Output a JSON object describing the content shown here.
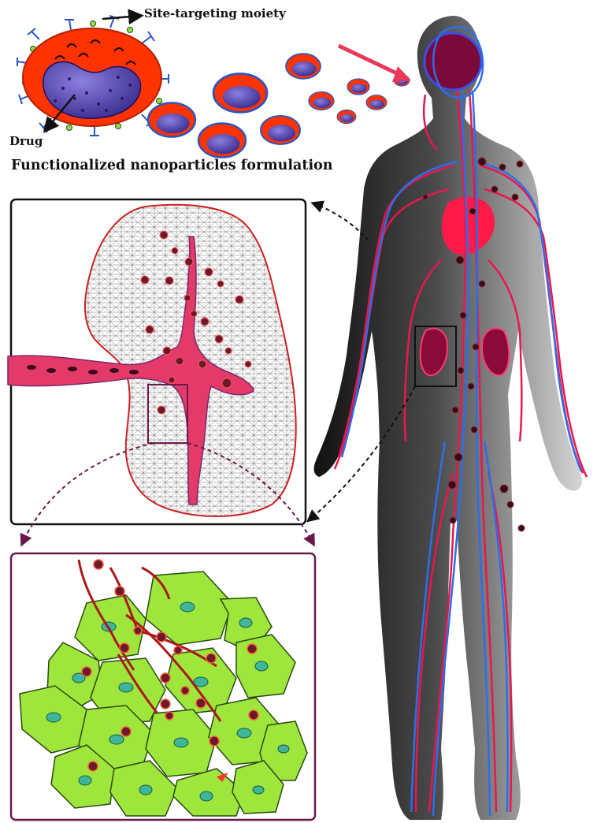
{
  "labels": {
    "site_targeting": "Site-targeting moiety",
    "drug": "Drug",
    "title": "Functionalized nanoparticles formulation"
  },
  "colors": {
    "nanoparticle_shell": "#ff3300",
    "nanoparticle_core": "#4b3fa0",
    "artery": "#e8174f",
    "vein": "#2d6ee8",
    "kidney_tissue": "#f4f4f4",
    "kidney_outline": "#cc2020",
    "renal_vessel": "#e33a6a",
    "tissue_cell": "#9ee63c",
    "cell_nucleus": "#3fb59a",
    "body_dark": "#1a1a1a",
    "body_light": "#c8c8c8",
    "heart": "#ff1a4a",
    "kidney_organ": "#8a0a3a",
    "panel1_border": "#111111",
    "panel2_border": "#6a1a4a"
  },
  "icons": [
    "nanoparticle-icon",
    "arrow-icon"
  ]
}
